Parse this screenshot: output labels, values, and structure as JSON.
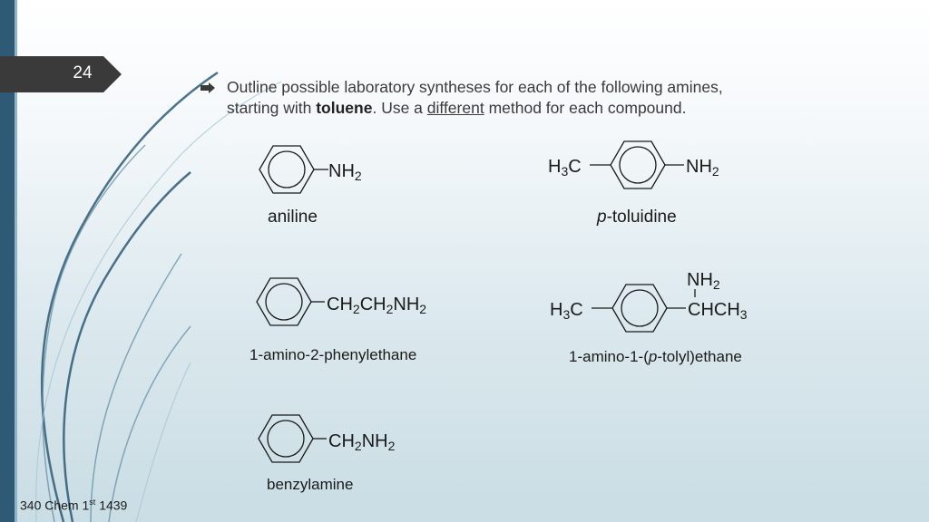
{
  "slide": {
    "number": "24",
    "footer_course": "340 Chem 1",
    "footer_sup": "st",
    "footer_year": "1439"
  },
  "instruction": {
    "part1": "Outline possible laboratory syntheses for each of the following amines,",
    "part2": "starting with ",
    "bold": "toluene",
    "part3": ".  Use a ",
    "underlined": "different",
    "part4": " method for each compound."
  },
  "compounds": [
    {
      "name": "aniline"
    },
    {
      "italic_prefix": "p",
      "name": "-toluidine"
    },
    {
      "name": "1-amino-2-phenylethane"
    },
    {
      "name_part1": "1-amino-1-(",
      "italic": "p",
      "name_part2": "-tolyl)ethane"
    },
    {
      "name": "benzylamine"
    }
  ],
  "colors": {
    "left_bar": "#2e5a76",
    "tab": "#3a3a3a",
    "text": "#3a3a3a"
  }
}
